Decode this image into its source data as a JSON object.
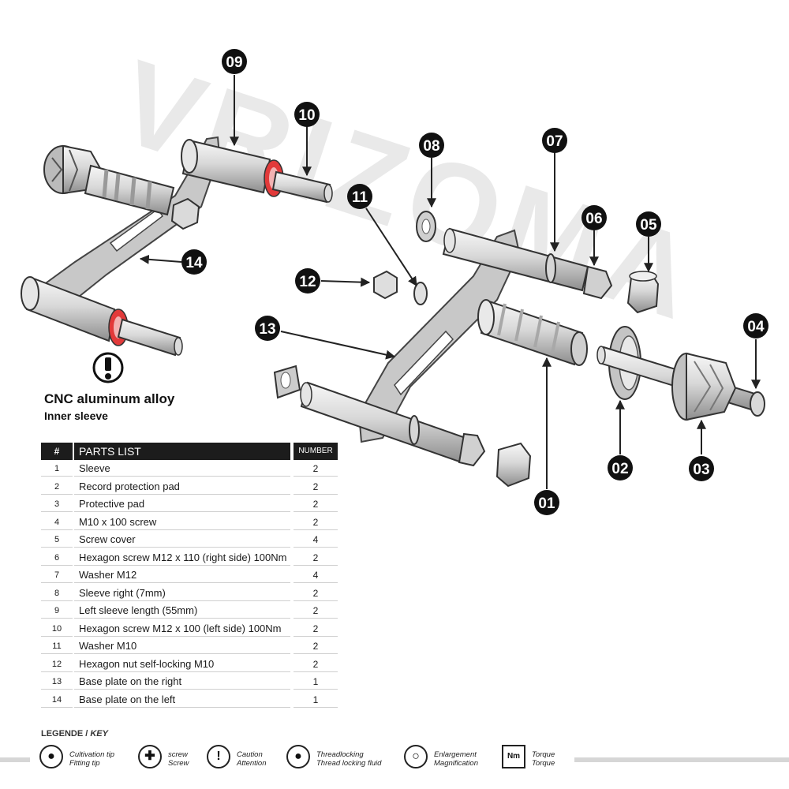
{
  "watermark": "VRIZOMA",
  "callouts": {
    "c01": "01",
    "c02": "02",
    "c03": "03",
    "c04": "04",
    "c05": "05",
    "c06": "06",
    "c07": "07",
    "c08": "08",
    "c09": "09",
    "c10": "10",
    "c11": "11",
    "c12": "12",
    "c13": "13",
    "c14": "14"
  },
  "caption": {
    "line1": "CNC aluminum alloy",
    "line2": "Inner sleeve"
  },
  "parts_table": {
    "header": {
      "num": "#",
      "title": "PARTS LIST",
      "count": "NUMBER"
    },
    "rows": [
      {
        "num": "1",
        "desc": "Sleeve",
        "count": "2"
      },
      {
        "num": "2",
        "desc": "Record protection pad",
        "count": "2"
      },
      {
        "num": "3",
        "desc": "Protective pad",
        "count": "2"
      },
      {
        "num": "4",
        "desc": "M10 x 100 screw",
        "count": "2"
      },
      {
        "num": "5",
        "desc": "Screw cover",
        "count": "4"
      },
      {
        "num": "6",
        "desc": "Hexagon screw M12 x 110 (right side) 100Nm",
        "count": "2"
      },
      {
        "num": "7",
        "desc": "Washer M12",
        "count": "4"
      },
      {
        "num": "8",
        "desc": "Sleeve right (7mm)",
        "count": "2"
      },
      {
        "num": "9",
        "desc": "Left sleeve length (55mm)",
        "count": "2"
      },
      {
        "num": "10",
        "desc": "Hexagon screw M12 x 100 (left side) 100Nm",
        "count": "2"
      },
      {
        "num": "11",
        "desc": "Washer M10",
        "count": "2"
      },
      {
        "num": "12",
        "desc": "Hexagon nut self-locking M10",
        "count": "2"
      },
      {
        "num": "13",
        "desc": "Base plate on the right",
        "count": "1"
      },
      {
        "num": "14",
        "desc": "Base plate on the left",
        "count": "1"
      }
    ]
  },
  "legend": {
    "title_a": "LEGENDE / ",
    "title_b": "KEY",
    "items": [
      {
        "icon": "bulb-icon",
        "line1": "Cultivation tip",
        "line2": "Fitting tip"
      },
      {
        "icon": "screw-icon",
        "line1": "screw",
        "line2": "Screw"
      },
      {
        "icon": "caution-icon",
        "line1": "Caution",
        "line2": "Attention"
      },
      {
        "icon": "thread-fluid-icon",
        "line1": "Threadlocking",
        "line2": "Thread locking fluid"
      },
      {
        "icon": "magnifier-icon",
        "line1": "Enlargement",
        "line2": "Magnification"
      },
      {
        "icon": "torque-icon",
        "icon_text": "Nm",
        "line1": "Torque",
        "line2": "Torque"
      }
    ]
  },
  "colors": {
    "accent_red": "#e23a3a",
    "metal": "#d4d4d4",
    "callout": "#111111"
  }
}
